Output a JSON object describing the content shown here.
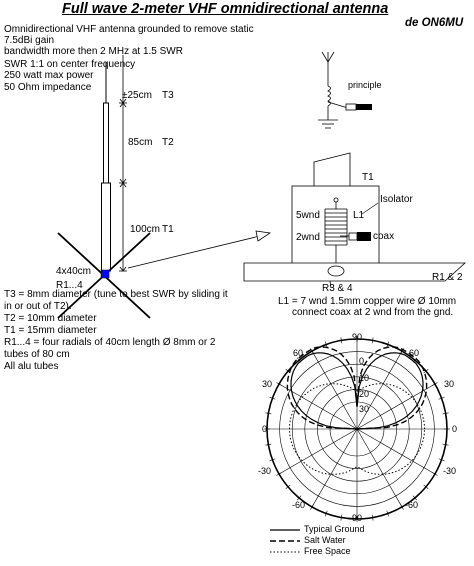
{
  "header": {
    "title": "Full wave 2-meter VHF omnidirectional antenna",
    "author": "de ON6MU"
  },
  "specs": [
    "Omnidirectional VHF antenna grounded to remove static",
    "7.5dBi gain",
    "bandwidth more then 2 MHz at 1.5 SWR",
    "SWR 1:1 on center frequency",
    "250 watt max power",
    "50 Ohm impedance"
  ],
  "antenna": {
    "t3_length": "±25cm",
    "t3_label": "T3",
    "t2_length": "85cm",
    "t2_label": "T2",
    "t1_length": "100cm",
    "t1_label": "T1",
    "radials": "4x40cm",
    "radials_label": "R1...4"
  },
  "notes": [
    "T3 = 8mm diameter (tune to best SWR by sliding it in or out of T2).",
    "T2 = 10mm diameter",
    "T1 = 15mm diameter",
    "R1...4 = four radials of 40cm length Ø 8mm or 2 tubes of 80 cm",
    "All alu tubes"
  ],
  "principle": {
    "label": "principle"
  },
  "matching": {
    "t1_label": "T1",
    "isolator_label": "Isolator",
    "l1_label": "L1",
    "wnd5_label": "5wnd",
    "wnd2_label": "2wnd",
    "coax_label": "coax",
    "radials_label": "R1 & 2",
    "ground_label": "R3 & 4",
    "coil_line1": "L1 = 7 wnd 1.5mm copper wire Ø 10mm",
    "coil_line2": "connect coax at 2 wnd from the gnd."
  },
  "polar": {
    "outer_labels": {
      "top": "90",
      "top_right": "60",
      "top_left": "60",
      "right": "30",
      "left": "30",
      "bottom_right": "-30",
      "bottom_left": "-30",
      "bottom_r2": "-60",
      "bottom_l2": "-60",
      "bottom": "-90"
    },
    "zero_right": "0",
    "zero_left": "0",
    "ring_labels": [
      "0",
      "10",
      "20",
      "30"
    ],
    "legend": [
      {
        "label": "Typical Ground",
        "style": "solid"
      },
      {
        "label": "Salt Water",
        "style": "dashed"
      },
      {
        "label": "Free Space",
        "style": "dotted"
      }
    ]
  }
}
